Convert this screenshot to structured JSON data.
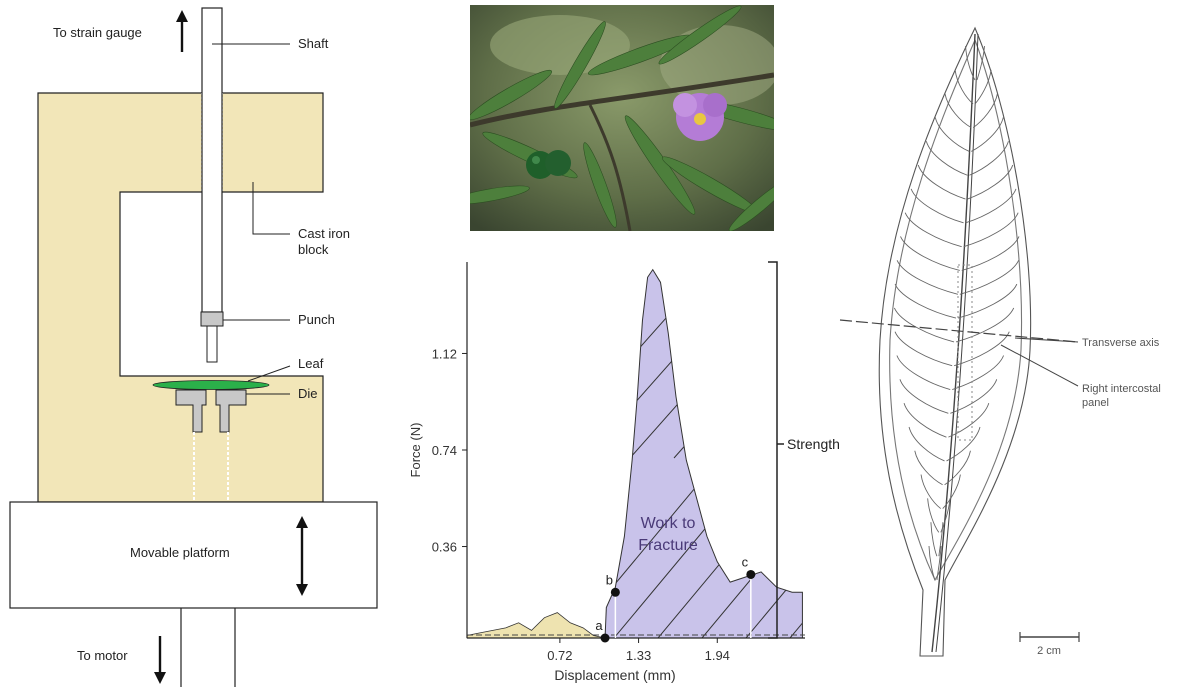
{
  "apparatus": {
    "strain_gauge_label": "To strain gauge",
    "shaft_label": "Shaft",
    "block_label_line1": "Cast iron",
    "block_label_line2": "block",
    "punch_label": "Punch",
    "leaf_label": "Leaf",
    "die_label": "Die",
    "platform_label": "Movable platform",
    "motor_label": "To motor",
    "colors": {
      "block_fill": "#f2e6b8",
      "leaf": "#2bb04a",
      "die": "#c8c8c8",
      "outline": "#222222"
    }
  },
  "photo": {
    "subject_icon": "plant-photo",
    "colors": {
      "flower": "#b47cd6",
      "fruit": "#1f5f2a",
      "leaf": "#4a7a3a",
      "background": "#6b7a52"
    }
  },
  "chart_data": {
    "type": "area",
    "xlabel": "Displacement (mm)",
    "ylabel": "Force (N)",
    "x_ticks": [
      "0.72",
      "1.33",
      "1.94"
    ],
    "y_ticks": [
      "0.36",
      "0.74",
      "1.12"
    ],
    "xlim": [
      0.0,
      2.62
    ],
    "ylim": [
      0.0,
      1.48
    ],
    "series": [
      {
        "name": "",
        "x": [
          0.0,
          0.1,
          0.2,
          0.3,
          0.4,
          0.5,
          0.6,
          0.7,
          0.8,
          0.9,
          0.98,
          1.08,
          1.15,
          1.22,
          1.28,
          1.32,
          1.36,
          1.4,
          1.44,
          1.5,
          1.56,
          1.62,
          1.7,
          1.78,
          1.86,
          1.94,
          2.04,
          2.16,
          2.28,
          2.4,
          2.52,
          2.6
        ],
        "y": [
          0.01,
          0.02,
          0.03,
          0.04,
          0.06,
          0.03,
          0.08,
          0.1,
          0.06,
          0.04,
          0.01,
          0.12,
          0.2,
          0.4,
          0.7,
          0.95,
          1.25,
          1.42,
          1.45,
          1.4,
          1.2,
          0.95,
          0.7,
          0.55,
          0.4,
          0.3,
          0.22,
          0.24,
          0.26,
          0.2,
          0.18,
          0.18
        ]
      }
    ],
    "points": [
      {
        "label": "a",
        "x": 1.07,
        "y": 0.0
      },
      {
        "label": "b",
        "x": 1.15,
        "y": 0.18
      },
      {
        "label": "c",
        "x": 2.2,
        "y": 0.25
      }
    ],
    "area_label_line1": "Work to",
    "area_label_line2": "Fracture",
    "strength_label": "Strength",
    "colors": {
      "work_area": "#c9c3ea",
      "pre_area": "#eee3b0",
      "line": "#333333"
    }
  },
  "leaf_diagram": {
    "transverse_axis_label": "Transverse axis",
    "intercostal_label_line1": "Right intercostal",
    "intercostal_label_line2": "panel",
    "scale_label": "2 cm"
  }
}
